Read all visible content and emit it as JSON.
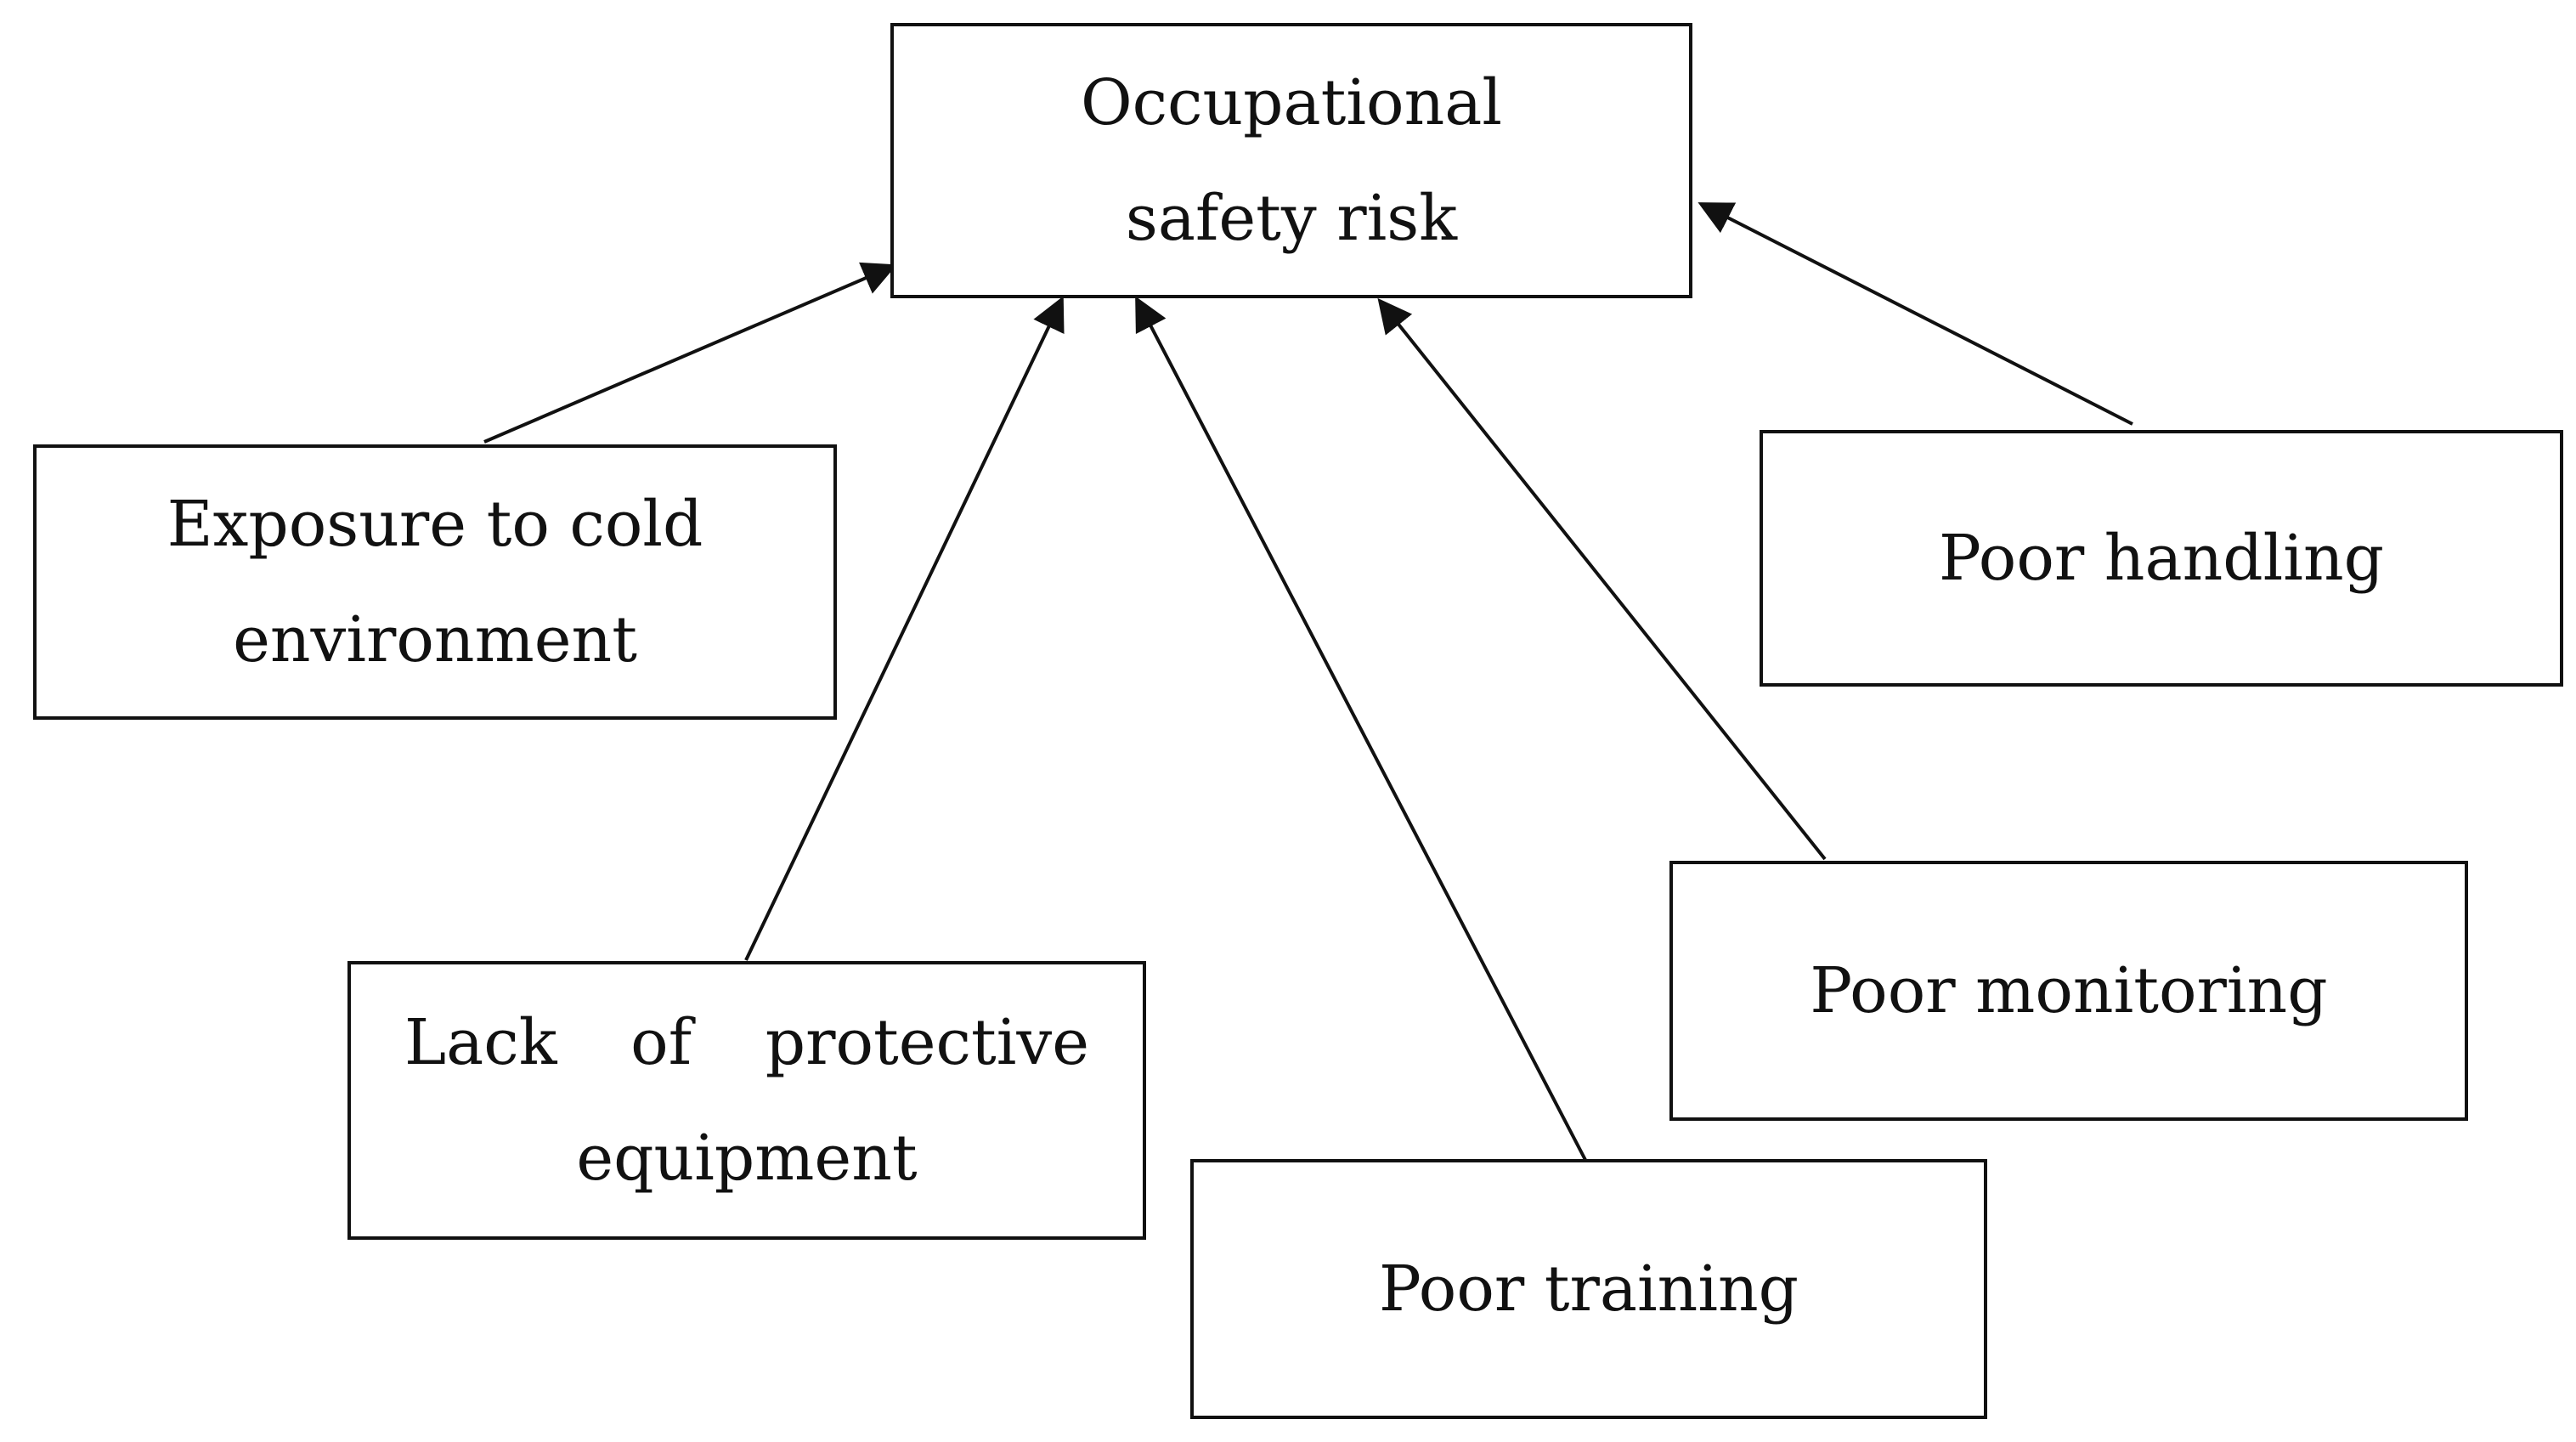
{
  "diagram": {
    "target": {
      "label": "Occupational safety risk"
    },
    "factors": [
      {
        "id": "cold",
        "label": "Exposure to cold environment"
      },
      {
        "id": "ppe",
        "label": "Lack of protective equipment"
      },
      {
        "id": "training",
        "label": "Poor training"
      },
      {
        "id": "monitoring",
        "label": "Poor monitoring"
      },
      {
        "id": "handling",
        "label": "Poor handling"
      }
    ],
    "edges": [
      {
        "from": "cold",
        "to": "target"
      },
      {
        "from": "ppe",
        "to": "target"
      },
      {
        "from": "training",
        "to": "target"
      },
      {
        "from": "monitoring",
        "to": "target"
      },
      {
        "from": "handling",
        "to": "target"
      }
    ],
    "colors": {
      "line": "#111111",
      "box_border": "#111111",
      "background": "#ffffff"
    }
  }
}
